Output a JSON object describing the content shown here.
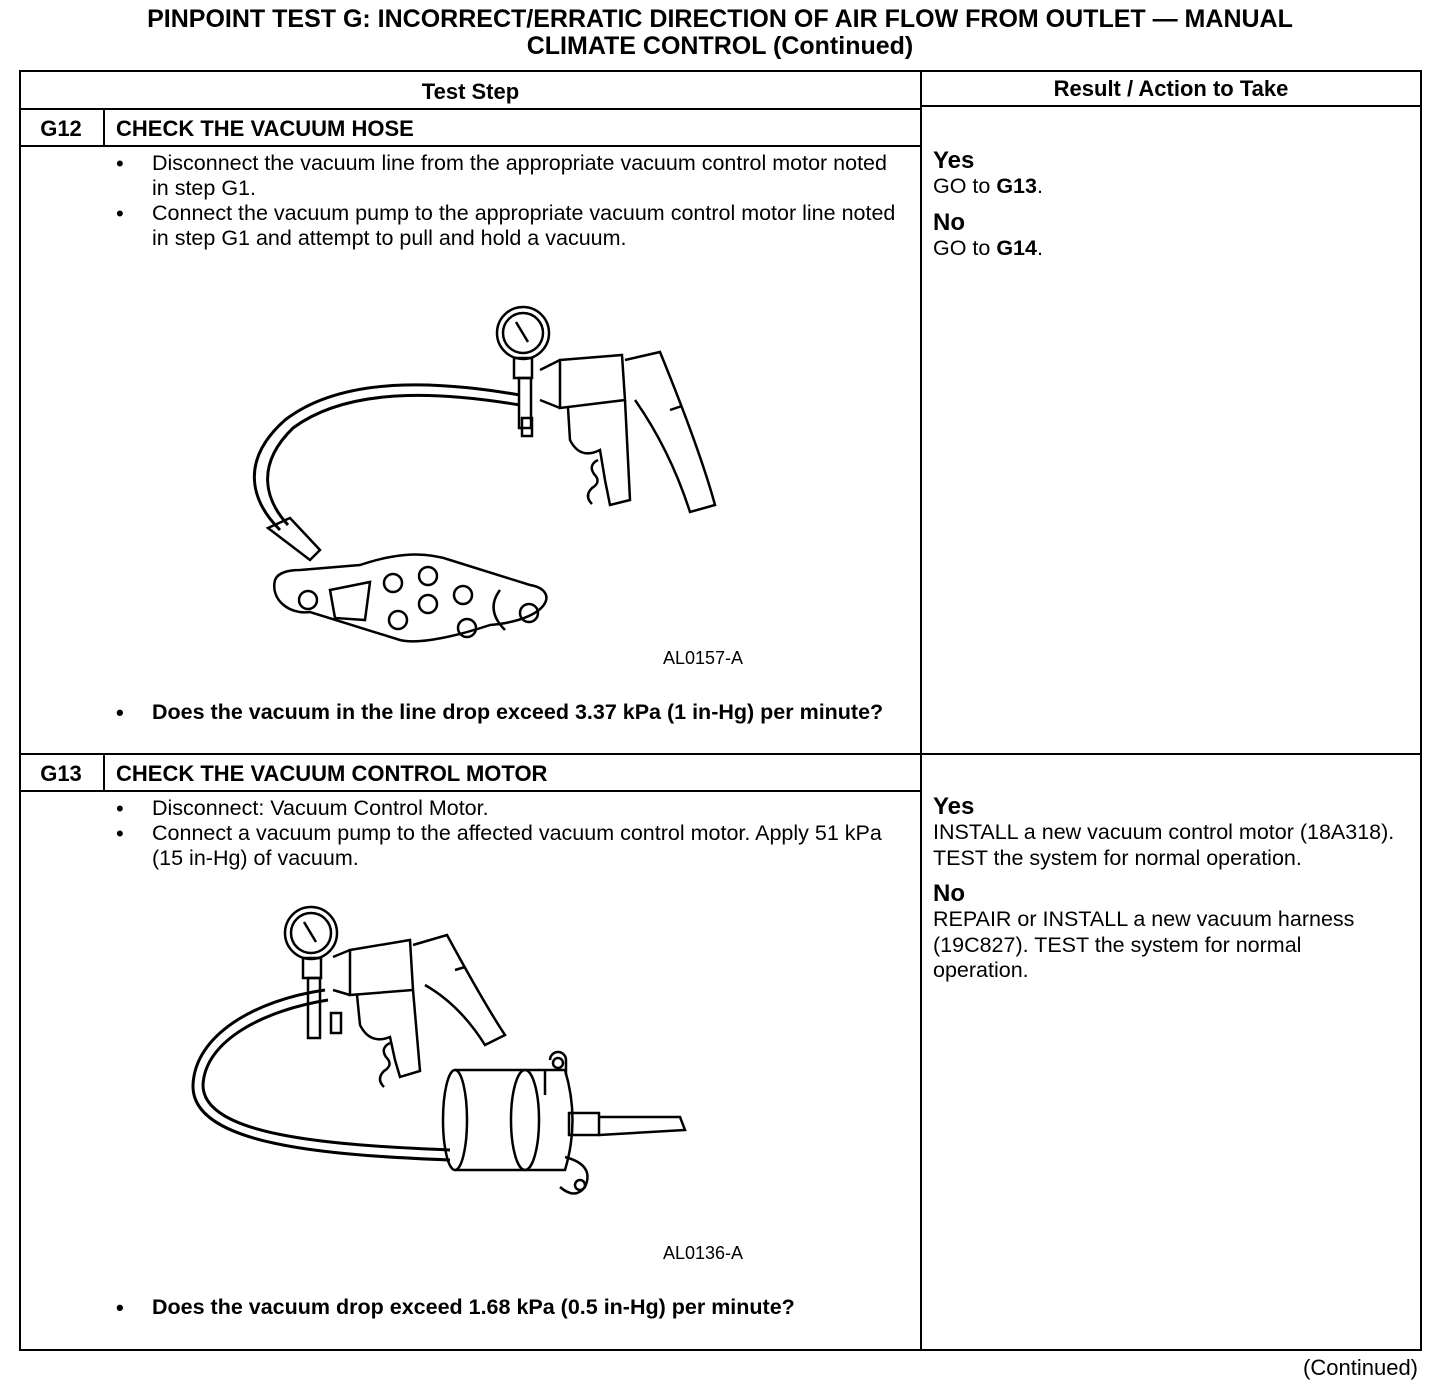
{
  "title": {
    "line1": "PINPOINT TEST  G: INCORRECT/ERRATIC DIRECTION OF AIR FLOW FROM OUTLET — MANUAL",
    "line2": "CLIMATE CONTROL (Continued)"
  },
  "table": {
    "header_test_step": "Test Step",
    "header_result": "Result / Action to Take"
  },
  "steps": [
    {
      "id": "G12",
      "title": "CHECK THE VACUUM HOSE",
      "bullets": [
        "Disconnect the vacuum line from the appropriate vacuum control motor noted in step G1.",
        "Connect the vacuum pump to the appropriate vacuum control motor line noted in step G1 and attempt to pull and hold a vacuum."
      ],
      "figure_label": "AL0157-A",
      "question": "Does the vacuum in the line drop exceed 3.37 kPa (1 in-Hg) per minute?",
      "results": [
        {
          "label": "Yes",
          "prefix": "GO to ",
          "target": "G13",
          "suffix": "."
        },
        {
          "label": "No",
          "prefix": "GO to ",
          "target": "G14",
          "suffix": "."
        }
      ]
    },
    {
      "id": "G13",
      "title": "CHECK THE VACUUM CONTROL MOTOR",
      "bullets": [
        "Disconnect: Vacuum Control Motor.",
        "Connect a vacuum pump to the affected vacuum control motor. Apply 51 kPa (15 in-Hg) of vacuum."
      ],
      "figure_label": "AL0136-A",
      "question": "Does the vacuum drop exceed 1.68 kPa (0.5 in-Hg) per minute?",
      "results": [
        {
          "label": "Yes",
          "text": "INSTALL a new vacuum control motor (18A318). TEST the system for normal operation."
        },
        {
          "label": "No",
          "text": "REPAIR or INSTALL a new vacuum harness (19C827). TEST the system for normal operation."
        }
      ]
    }
  ],
  "footer": {
    "continued": "(Continued)"
  }
}
